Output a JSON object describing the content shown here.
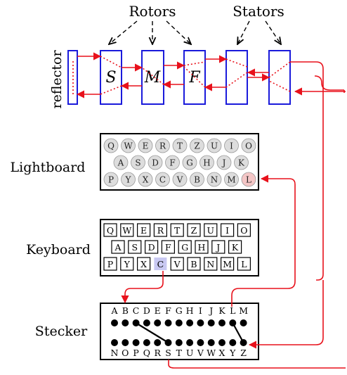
{
  "headings": {
    "rotors": "Rotors",
    "stators": "Stators",
    "reflector": "reflector"
  },
  "rotor_letters": [
    "S",
    "M",
    "F"
  ],
  "row_labels": {
    "lightboard": "Lightboard",
    "keyboard": "Keyboard",
    "stecker": "Stecker"
  },
  "lightboard": {
    "rows": [
      [
        "Q",
        "W",
        "E",
        "R",
        "T",
        "Z",
        "U",
        "I",
        "O"
      ],
      [
        "A",
        "S",
        "D",
        "F",
        "G",
        "H",
        "J",
        "K"
      ],
      [
        "P",
        "Y",
        "X",
        "C",
        "V",
        "B",
        "N",
        "M",
        "L"
      ]
    ],
    "lit_key": "L"
  },
  "keyboard": {
    "rows": [
      [
        "Q",
        "W",
        "E",
        "R",
        "T",
        "Z",
        "U",
        "I",
        "O"
      ],
      [
        "A",
        "S",
        "D",
        "F",
        "G",
        "H",
        "J",
        "K"
      ],
      [
        "P",
        "Y",
        "X",
        "C",
        "V",
        "B",
        "N",
        "M",
        "L"
      ]
    ],
    "pressed_key": "C"
  },
  "stecker": {
    "top_letters": [
      "A",
      "B",
      "C",
      "D",
      "E",
      "F",
      "G",
      "H",
      "I",
      "J",
      "K",
      "L",
      "M"
    ],
    "bottom_letters": [
      "N",
      "O",
      "P",
      "Q",
      "R",
      "S",
      "T",
      "U",
      "V",
      "W",
      "X",
      "Y",
      "Z"
    ],
    "connections": [
      [
        "C",
        "S"
      ],
      [
        "L",
        "Z"
      ]
    ]
  },
  "colors": {
    "rotor_border": "#1a1adb",
    "signal_path": "#e8111b",
    "lamp_fill": "#dddddd",
    "lamp_lit_fill": "#f4c6c6",
    "key_pressed_fill": "#c9c9f2",
    "ink": "#000000"
  }
}
